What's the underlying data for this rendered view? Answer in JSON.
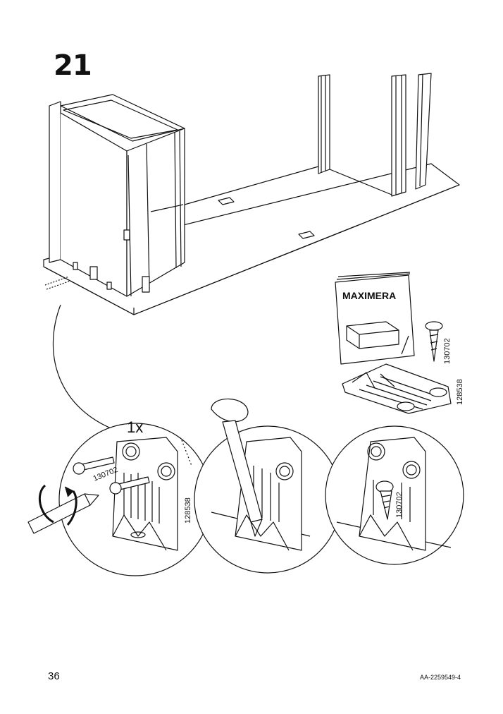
{
  "step": {
    "number": "21"
  },
  "booklet": {
    "title": "MAXIMERA"
  },
  "parts": {
    "screw_id": "130702",
    "bracket_id": "128538",
    "quantity": "1x"
  },
  "footer": {
    "page_number": "36",
    "doc_code": "AA-2259549-4"
  }
}
